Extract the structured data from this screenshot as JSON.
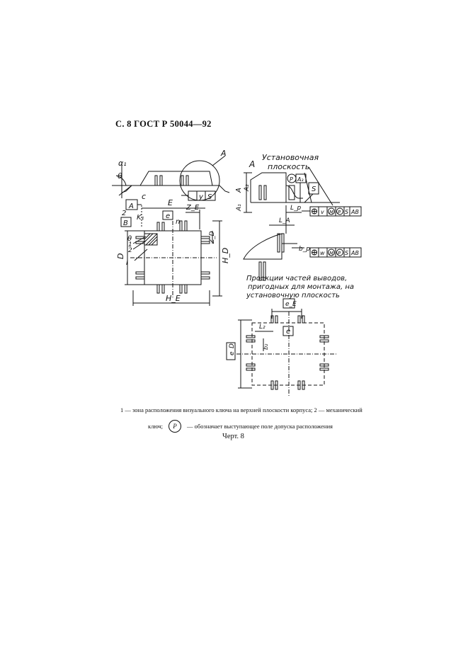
{
  "header": {
    "page": "С. 8",
    "standard": "ГОСТ Р 50044—92"
  },
  "labels": {
    "a1": "α₁",
    "theta": "θ",
    "c": "c",
    "A_view": "A",
    "y": "y",
    "S": "S",
    "E": "E",
    "two": "2",
    "K1": "K₁",
    "e": "e",
    "ZE": "Z_E",
    "n": "n",
    "B": "B",
    "one": "1",
    "ZD": "Z_D",
    "D": "D",
    "I": "I",
    "HD": "H_D",
    "HE": "H_E",
    "ustanov_line1": "Установочная",
    "ustanov_line2": "плоскость",
    "A_side": "A",
    "A2": "A₂",
    "P": "P",
    "A3": "A₃",
    "A1": "A₁",
    "Lp": "L_p",
    "v": "v",
    "M": "M",
    "AB": "AB",
    "LA": "L_A",
    "bp": "b_p",
    "w": "w",
    "proj_line1": "Проекции частей выводов,",
    "proj_line2": "пригодных для монтажа, на",
    "proj_line3": "установочную плоскость",
    "eE": "e_E",
    "L2": "L₂",
    "eD": "e_D",
    "b2": "b₂"
  },
  "caption": {
    "line1": "1 — зона расположения визуального ключа на верхней плоскости корпуса; 2 — механический",
    "line2_prefix": "ключ;",
    "symbol": "P",
    "line2_suffix": "— обозначает выступающее поле допуска расположения",
    "figure": "Черт. 8"
  }
}
